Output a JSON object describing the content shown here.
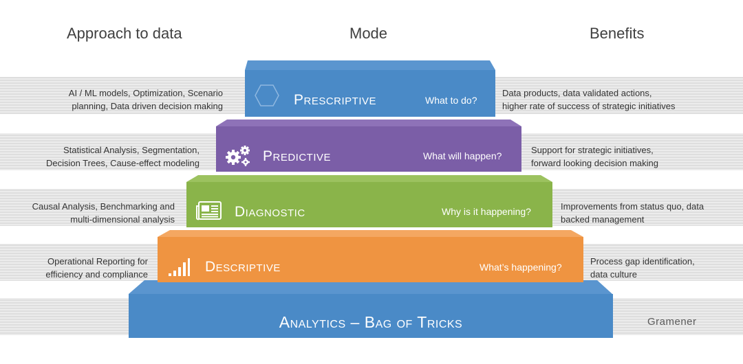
{
  "headers": {
    "approach": "Approach to data",
    "mode": "Mode",
    "benefits": "Benefits"
  },
  "levels": [
    {
      "title": "Prescriptive",
      "question": "What to do?",
      "approach": [
        "AI / ML models, Optimization, Scenario",
        "planning, Data driven decision making"
      ],
      "benefits": [
        "Data products, data validated actions,",
        "higher rate of success of strategic initiatives"
      ],
      "icon": "hexagon-icon",
      "color": "#4a8ac7"
    },
    {
      "title": "Predictive",
      "question": "What will happen?",
      "approach": [
        "Statistical Analysis, Segmentation,",
        "Decision Trees, Cause-effect  modeling"
      ],
      "benefits": [
        "Support for strategic initiatives,",
        "forward looking decision making"
      ],
      "icon": "gears-icon",
      "color": "#7b5ea7"
    },
    {
      "title": "Diagnostic",
      "question": "Why is it happening?",
      "approach": [
        "Causal Analysis, Benchmarking and",
        "multi-dimensional analysis"
      ],
      "benefits": [
        "Improvements from status quo, data",
        "backed management"
      ],
      "icon": "newspaper-icon",
      "color": "#8ab44a"
    },
    {
      "title": "Descriptive",
      "question": "What’s happening?",
      "approach": [
        "Operational Reporting for",
        "efficiency and compliance"
      ],
      "benefits": [
        "Process gap identification,",
        "data culture"
      ],
      "icon": "bar-signal-icon",
      "color": "#ef9441"
    }
  ],
  "base": {
    "title": "Analytics – Bag of Tricks",
    "color": "#4a8ac7"
  },
  "brand": "Gramener"
}
